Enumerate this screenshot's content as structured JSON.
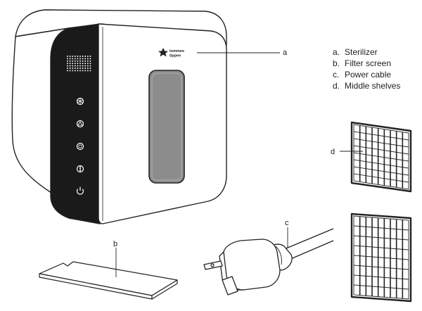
{
  "callouts": {
    "a": "a",
    "b": "b",
    "c": "c",
    "d": "d"
  },
  "legend": [
    {
      "key": "a.",
      "text": "Sterilizer"
    },
    {
      "key": "b.",
      "text": "Filter screen"
    },
    {
      "key": "c.",
      "text": "Power cable"
    },
    {
      "key": "d.",
      "text": "Middle shelves"
    }
  ],
  "brand": {
    "line1": "tommee",
    "line2": "tippee"
  },
  "icons": [
    "sterilize-icon",
    "dry-icon",
    "auto-icon",
    "storage-icon",
    "power-icon"
  ],
  "colors": {
    "line": "#222222",
    "panel": "#1a1a1a",
    "window": "#8c8c8c"
  }
}
